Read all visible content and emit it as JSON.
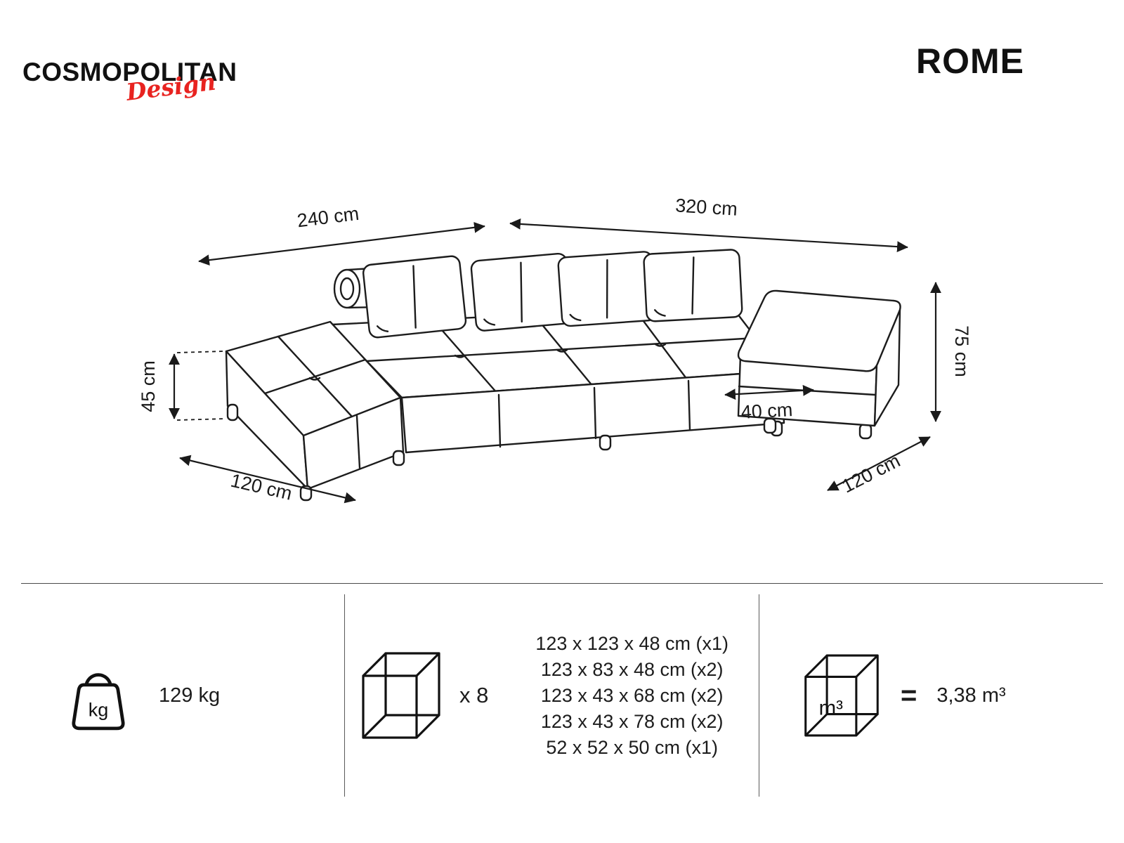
{
  "header": {
    "brand": "COSMOPOLITAN",
    "brand_script": "Design",
    "product": "ROME"
  },
  "colors": {
    "brand-red": "#e82320",
    "ink": "#1a1a1a"
  },
  "diagram": {
    "labels": {
      "width_left": "240 cm",
      "width_right": "320 cm",
      "back_height": "75 cm",
      "seat_height": "45 cm",
      "arm_width": "40 cm",
      "depth_left": "120 cm",
      "depth_right": "120 cm"
    }
  },
  "specs": {
    "weight": {
      "icon_label": "kg",
      "value": "129 kg"
    },
    "packages": {
      "count": "x 8",
      "sizes": [
        "123 x 123 x 48 cm (x1)",
        "123 x 83 x 48 cm (x2)",
        "123 x 43 x 68 cm (x2)",
        "123 x 43 x 78 cm (x2)",
        "52 x 52 x 50 cm (x1)"
      ]
    },
    "volume": {
      "icon_label": "m³",
      "equals": "=",
      "value": "3,38 m³"
    }
  }
}
